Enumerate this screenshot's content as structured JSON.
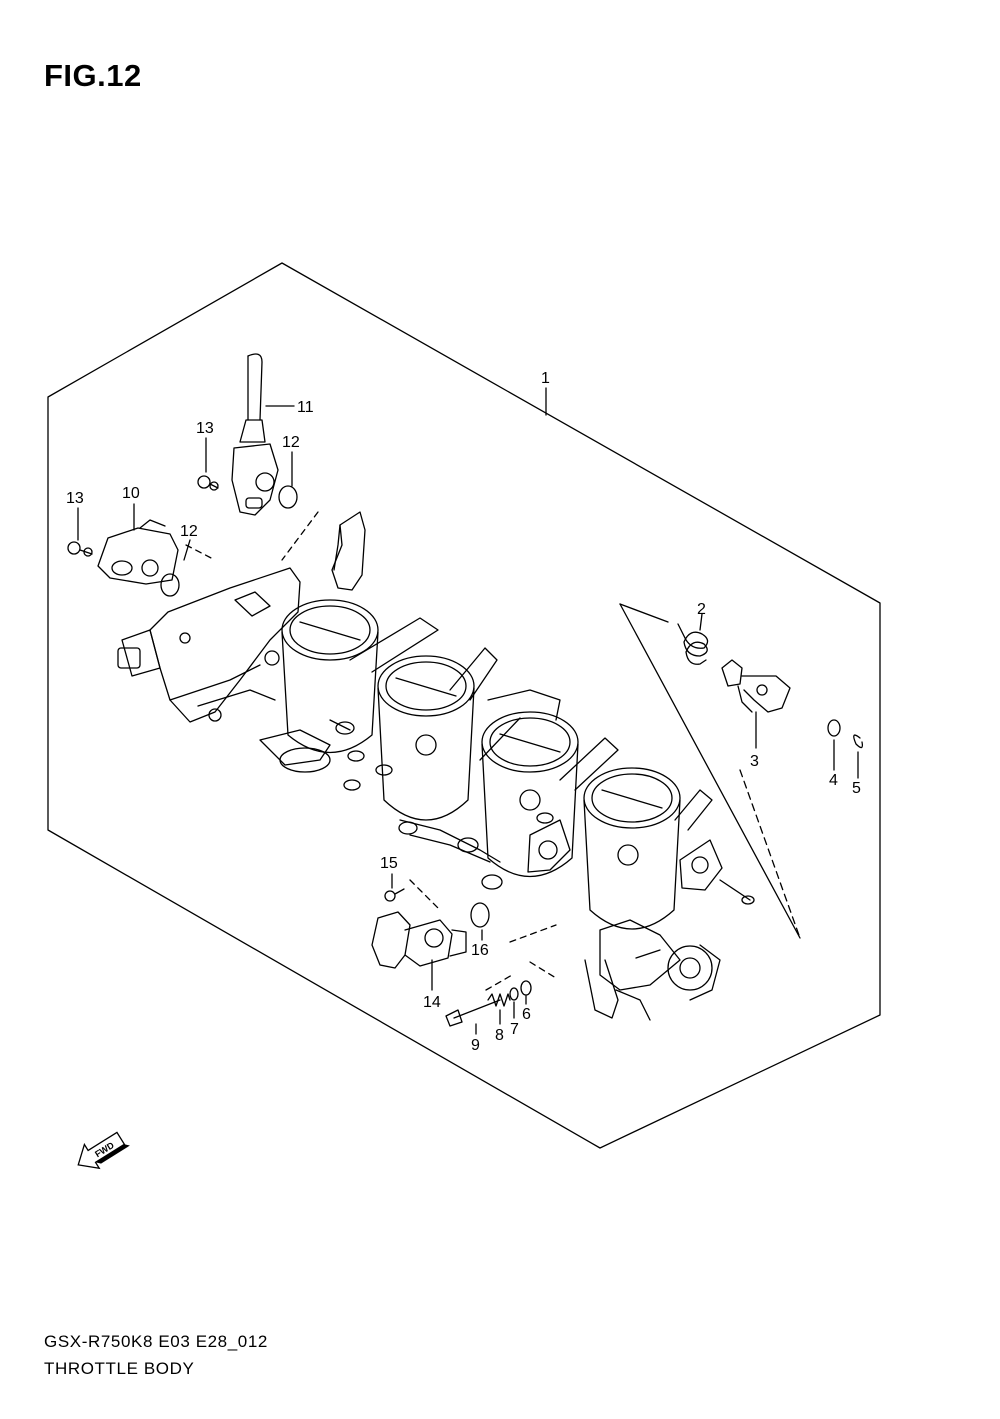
{
  "figure": {
    "title": "FIG.12",
    "code": "GSX-R750K8 E03 E28_012",
    "name": "THROTTLE BODY"
  },
  "direction_arrow": {
    "label": "FWD",
    "icon": "forward-arrow-icon"
  },
  "callouts": [
    {
      "id": "1",
      "label": "1"
    },
    {
      "id": "2",
      "label": "2"
    },
    {
      "id": "3",
      "label": "3"
    },
    {
      "id": "4",
      "label": "4"
    },
    {
      "id": "5",
      "label": "5"
    },
    {
      "id": "6",
      "label": "6"
    },
    {
      "id": "7",
      "label": "7"
    },
    {
      "id": "8",
      "label": "8"
    },
    {
      "id": "9",
      "label": "9"
    },
    {
      "id": "10",
      "label": "10"
    },
    {
      "id": "11",
      "label": "11"
    },
    {
      "id": "12a",
      "label": "12"
    },
    {
      "id": "12b",
      "label": "12"
    },
    {
      "id": "13a",
      "label": "13"
    },
    {
      "id": "13b",
      "label": "13"
    },
    {
      "id": "14",
      "label": "14"
    },
    {
      "id": "15",
      "label": "15"
    },
    {
      "id": "16",
      "label": "16"
    }
  ]
}
